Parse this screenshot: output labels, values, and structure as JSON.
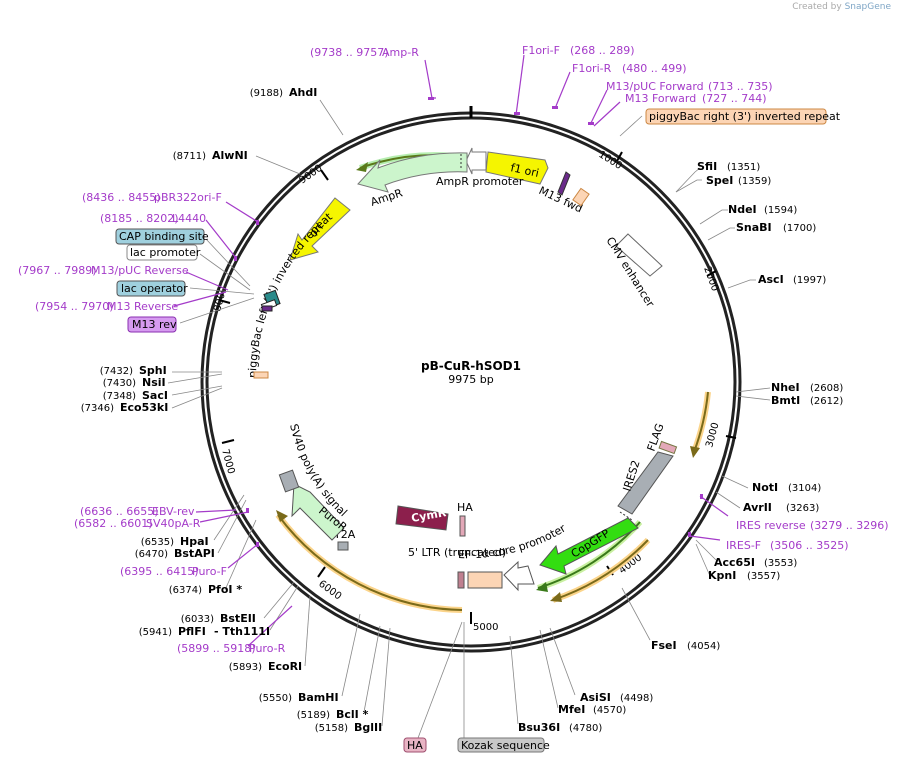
{
  "header": {
    "credit_prefix": "Created by",
    "credit_brand": "SnapGene"
  },
  "plasmid": {
    "name": "pB-CuR-hSOD1",
    "size_label": "9975 bp",
    "length": 9975
  },
  "ticks": [
    "1000",
    "2000",
    "3000",
    "4000",
    "5000",
    "6000",
    "7000",
    "8000",
    "9000"
  ],
  "sites_right": [
    {
      "name": "SfiI",
      "pos": "(1351)"
    },
    {
      "name": "SpeI",
      "pos": "(1359)"
    },
    {
      "name": "NdeI",
      "pos": "(1594)"
    },
    {
      "name": "SnaBI",
      "pos": "(1700)"
    },
    {
      "name": "AscI",
      "pos": "(1997)"
    },
    {
      "name": "NheI",
      "pos": "(2608)"
    },
    {
      "name": "BmtI",
      "pos": "(2612)"
    },
    {
      "name": "NotI",
      "pos": "(3104)"
    },
    {
      "name": "AvrII",
      "pos": "(3263)"
    },
    {
      "name": "Acc65I",
      "pos": "(3553)"
    },
    {
      "name": "KpnI",
      "pos": "(3557)"
    },
    {
      "name": "FseI",
      "pos": "(4054)"
    },
    {
      "name": "AsiSI",
      "pos": "(4498)"
    },
    {
      "name": "MfeI",
      "pos": "(4570)"
    },
    {
      "name": "Bsu36I",
      "pos": "(4780)"
    }
  ],
  "sites_left": [
    {
      "name": "AhdI",
      "pos": "(9188)"
    },
    {
      "name": "AlwNI",
      "pos": "(8711)"
    },
    {
      "name": "SphI",
      "pos": "(7432)"
    },
    {
      "name": "NsiI",
      "pos": "(7430)"
    },
    {
      "name": "SacI",
      "pos": "(7348)"
    },
    {
      "name": "Eco53kI",
      "pos": "(7346)"
    },
    {
      "name": "HpaI",
      "pos": "(6535)"
    },
    {
      "name": "BstAPI",
      "pos": "(6470)"
    },
    {
      "name": "PfoI *",
      "pos": "(6374)"
    },
    {
      "name": "BstEII",
      "pos": "(6033)"
    },
    {
      "name": "PflFI",
      "pos": "(5941)"
    },
    {
      "name": "- Tth111I",
      "pos": ""
    },
    {
      "name": "EcoRI",
      "pos": "(5893)"
    },
    {
      "name": "BamHI",
      "pos": "(5550)"
    },
    {
      "name": "BclI *",
      "pos": "(5189)"
    },
    {
      "name": "BglII",
      "pos": "(5158)"
    }
  ],
  "primers": [
    {
      "name": "Amp-R",
      "pos": "(9738 .. 9757)"
    },
    {
      "name": "F1ori-F",
      "pos": "(268 .. 289)"
    },
    {
      "name": "F1ori-R",
      "pos": "(480 .. 499)"
    },
    {
      "name": "M13/pUC Forward",
      "pos": "(713 .. 735)"
    },
    {
      "name": "M13 Forward",
      "pos": "(727 .. 744)"
    },
    {
      "name": "pBR322ori-F",
      "pos": "(8436 .. 8455)"
    },
    {
      "name": "L4440",
      "pos": "(8185 .. 8202)"
    },
    {
      "name": "M13/pUC Reverse",
      "pos": "(7967 .. 7989)"
    },
    {
      "name": "M13 Reverse",
      "pos": "(7954 .. 7970)"
    },
    {
      "name": "IRES reverse",
      "pos": "(3279 .. 3296)"
    },
    {
      "name": "IRES-F",
      "pos": "(3506 .. 3525)"
    },
    {
      "name": "EBV-rev",
      "pos": "(6636 .. 6655)"
    },
    {
      "name": "SV40pA-R",
      "pos": "(6582 .. 6601)"
    },
    {
      "name": "Puro-F",
      "pos": "(6395 .. 6415)"
    },
    {
      "name": "Puro-R",
      "pos": "(5899 .. 5918)"
    }
  ],
  "boxed_labels": [
    {
      "text": "piggyBac right (3') inverted repeat",
      "fill": "#fcd5b5",
      "stroke": "#cc8844"
    },
    {
      "text": "CAP binding site",
      "fill": "#9fd0de",
      "stroke": "#555555"
    },
    {
      "text": "lac promoter",
      "fill": "#ffffff",
      "stroke": "#888888"
    },
    {
      "text": "lac operator",
      "fill": "#9fd0de",
      "stroke": "#555555"
    },
    {
      "text": "M13 rev",
      "fill": "#d69bf0",
      "stroke": "#8a2fb0"
    },
    {
      "text": "HA",
      "fill": "#e8b4c4",
      "stroke": "#a05070"
    },
    {
      "text": "Kozak sequence",
      "fill": "#c8c8c8",
      "stroke": "#777777"
    }
  ],
  "features": [
    {
      "label": "f1 ori"
    },
    {
      "label": "AmpR promoter"
    },
    {
      "label": "AmpR"
    },
    {
      "label": "M13 fwd"
    },
    {
      "label": "ori"
    },
    {
      "label": "piggyBac left (5') inverted repeat"
    },
    {
      "label": "CMV enhancer"
    },
    {
      "label": "IRES2"
    },
    {
      "label": "FLAG"
    },
    {
      "label": "CopGFP"
    },
    {
      "label": "EF-1α core promoter"
    },
    {
      "label": "5' LTR (truncated)"
    },
    {
      "label": "HA"
    },
    {
      "label": "CymR"
    },
    {
      "label": "T2A"
    },
    {
      "label": "PuroR"
    },
    {
      "label": "SV40 poly(A) signal"
    }
  ],
  "colors": {
    "backbone": "#222222",
    "primer": "#a43bc9",
    "ampr_fill": "#ccf5cc",
    "ori_fill": "#f5f500",
    "copgfp_fill": "#33dd11",
    "cymr_fill": "#8c1f4c",
    "puror_fill": "#ccf5cc",
    "ires_fill": "#a8aeb4",
    "orf_arrow": "#7a6a1a",
    "orf_glow": "#fbd48a"
  }
}
